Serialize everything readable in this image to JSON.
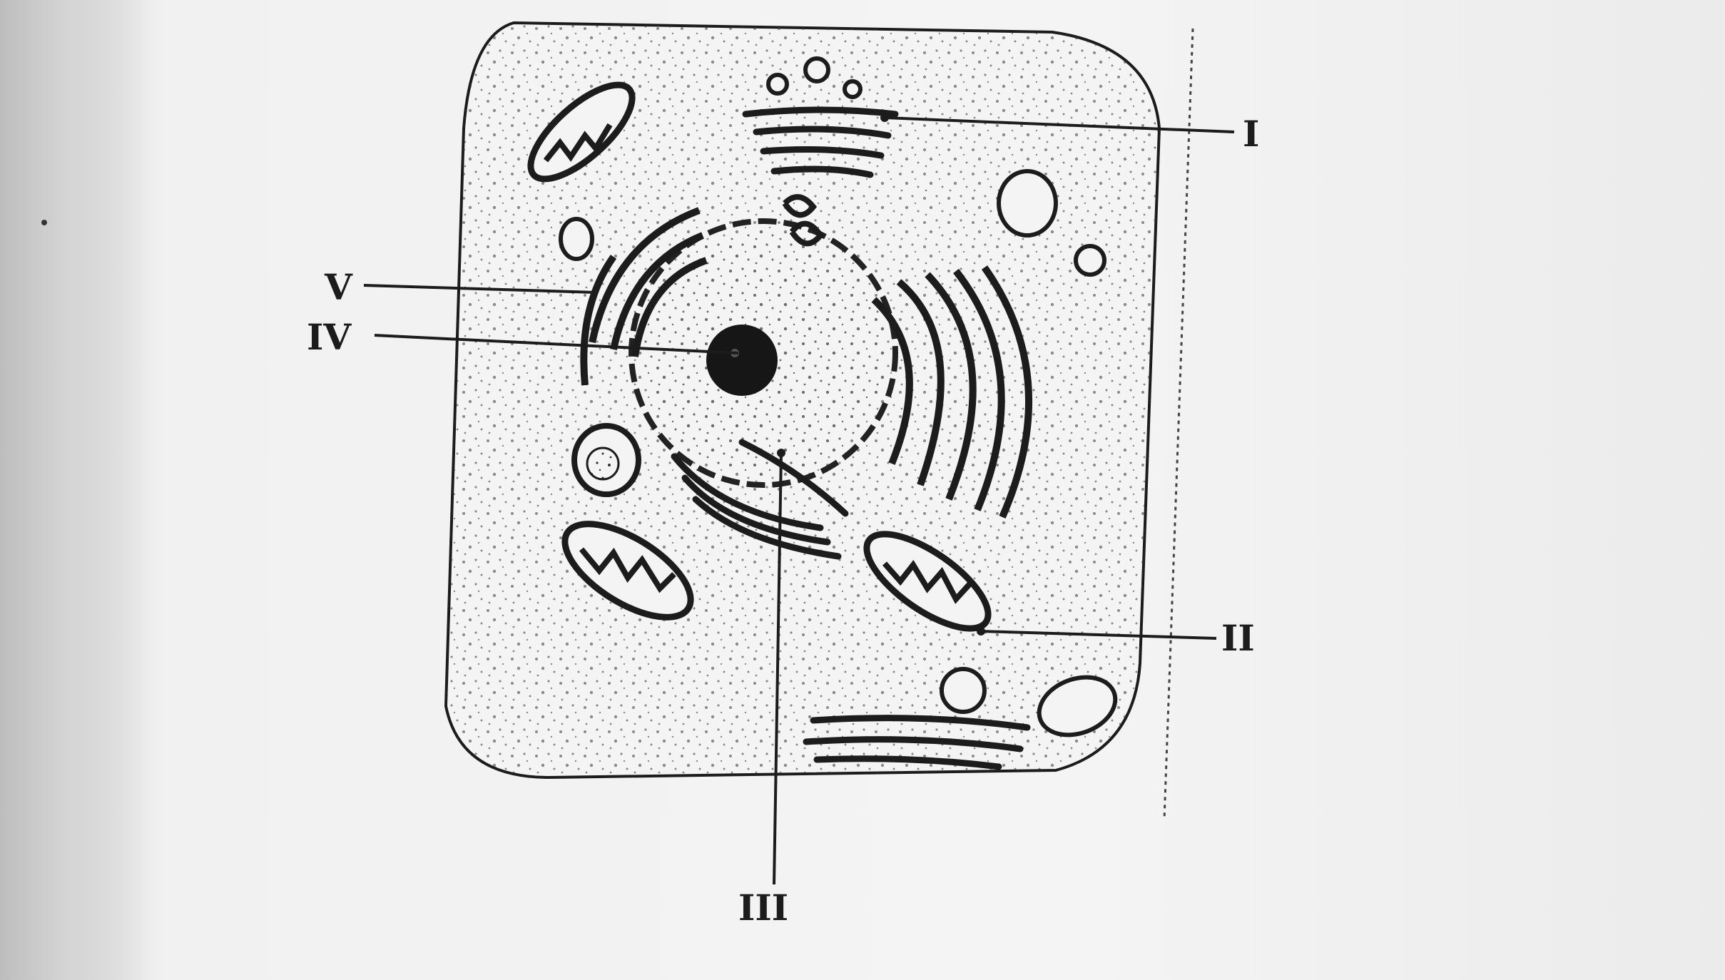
{
  "diagram": {
    "type": "animal-cell",
    "labels": [
      {
        "id": "I",
        "text": "I"
      },
      {
        "id": "II",
        "text": "II"
      },
      {
        "id": "III",
        "text": "III"
      },
      {
        "id": "IV",
        "text": "IV"
      },
      {
        "id": "V",
        "text": "V"
      }
    ]
  },
  "colors": {
    "ink": "#1c1c1c",
    "paper": "#f2f2f2"
  }
}
